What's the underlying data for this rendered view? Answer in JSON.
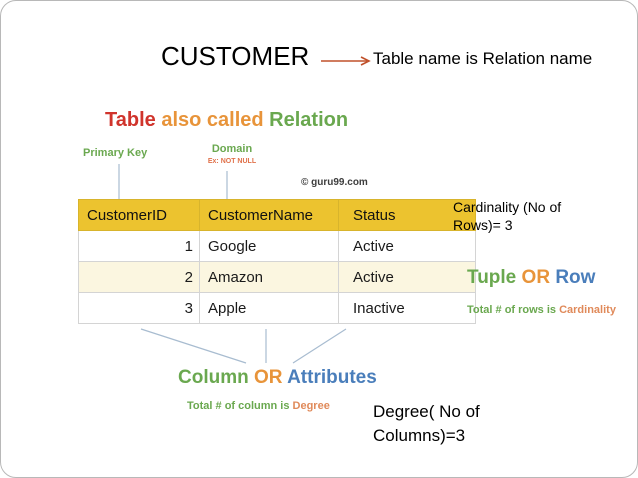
{
  "slide": {
    "title": "CUSTOMER",
    "arrow_color": "#c0502a",
    "relation_note": "Table name is Relation name",
    "degree_note": "Degree( No of Columns)=3",
    "cardinality_note": "Cardinality (No of Rows)= 3"
  },
  "graphic": {
    "headline": {
      "word1": "Table",
      "word2": " also called ",
      "word3": "Relation",
      "color1": "#d0342c",
      "color2": "#e8943a",
      "color3": "#6aa84f"
    },
    "watermark": "© guru99.com",
    "callouts": {
      "primary_key": "Primary Key",
      "domain": "Domain",
      "domain_sub": "Ex: NOT NULL"
    },
    "tuple_label": {
      "word1": "Tuple",
      "word2": " OR ",
      "word3": "Row",
      "color1": "#6aa84f",
      "color2": "#e8943a",
      "color3": "#4a7ebb"
    },
    "tuple_sub": {
      "text": "Total # of rows is ",
      "highlight": "Cardinality",
      "text_color": "#6aa84f",
      "highlight_color": "#e08a5a"
    },
    "column_label": {
      "word1": "Column",
      "word2": " OR ",
      "word3": " Attributes",
      "color1": "#6aa84f",
      "color2": "#e8943a",
      "color3": "#4a7ebb"
    },
    "column_sub": {
      "text": "Total # of column is ",
      "highlight": "Degree",
      "text_color": "#6aa84f",
      "highlight_color": "#e08a5a"
    }
  },
  "table": {
    "header_bg": "#ecc32f",
    "alt_row_bg": "#fbf6e0",
    "columns": [
      "CustomerID",
      "CustomerName",
      "Status"
    ],
    "rows": [
      {
        "id": "1",
        "name": "Google",
        "status": "Active"
      },
      {
        "id": "2",
        "name": "Amazon",
        "status": "Active"
      },
      {
        "id": "3",
        "name": "Apple",
        "status": "Inactive"
      }
    ]
  }
}
